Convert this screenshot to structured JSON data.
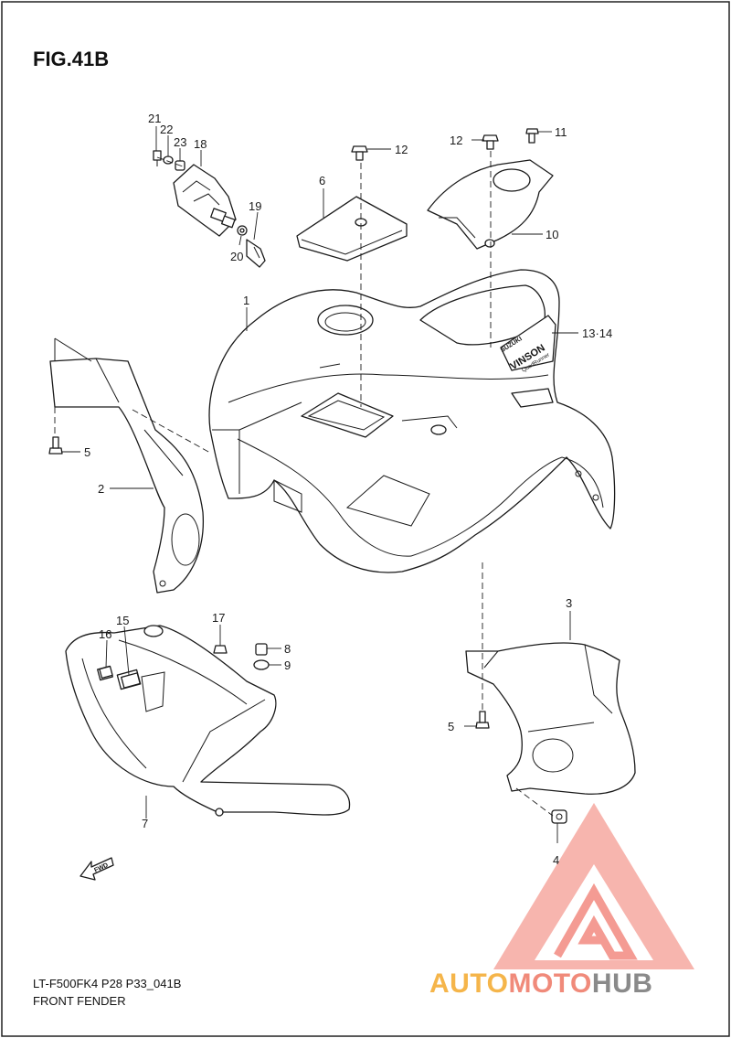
{
  "figure": {
    "title": "FIG.41B",
    "model_code": "LT-F500FK4 P28 P33_041B",
    "caption": "FRONT FENDER"
  },
  "labels": {
    "l1": "1",
    "l2": "2",
    "l3": "3",
    "l4": "4",
    "l5a": "5",
    "l5b": "5",
    "l6": "6",
    "l7": "7",
    "l8": "8",
    "l9": "9",
    "l10": "10",
    "l11": "11",
    "l12a": "12",
    "l12b": "12",
    "l13_14": "13·14",
    "l15": "15",
    "l16": "16",
    "l17": "17",
    "l18": "18",
    "l19": "19",
    "l20": "20",
    "l21": "21",
    "l22": "22",
    "l23": "23"
  },
  "decals": {
    "brand": "SUZUKI",
    "name": "VINSON",
    "sub": "QuadRunner"
  },
  "fwd_arrow": "FWD",
  "watermark": {
    "part_a": "AUTO",
    "part_b": "MOTO",
    "part_c": "HUB",
    "color_a": "#f5b54a",
    "color_b": "#f08a7a",
    "color_c": "#8a8a8a",
    "logo_color": "#f0766a"
  }
}
